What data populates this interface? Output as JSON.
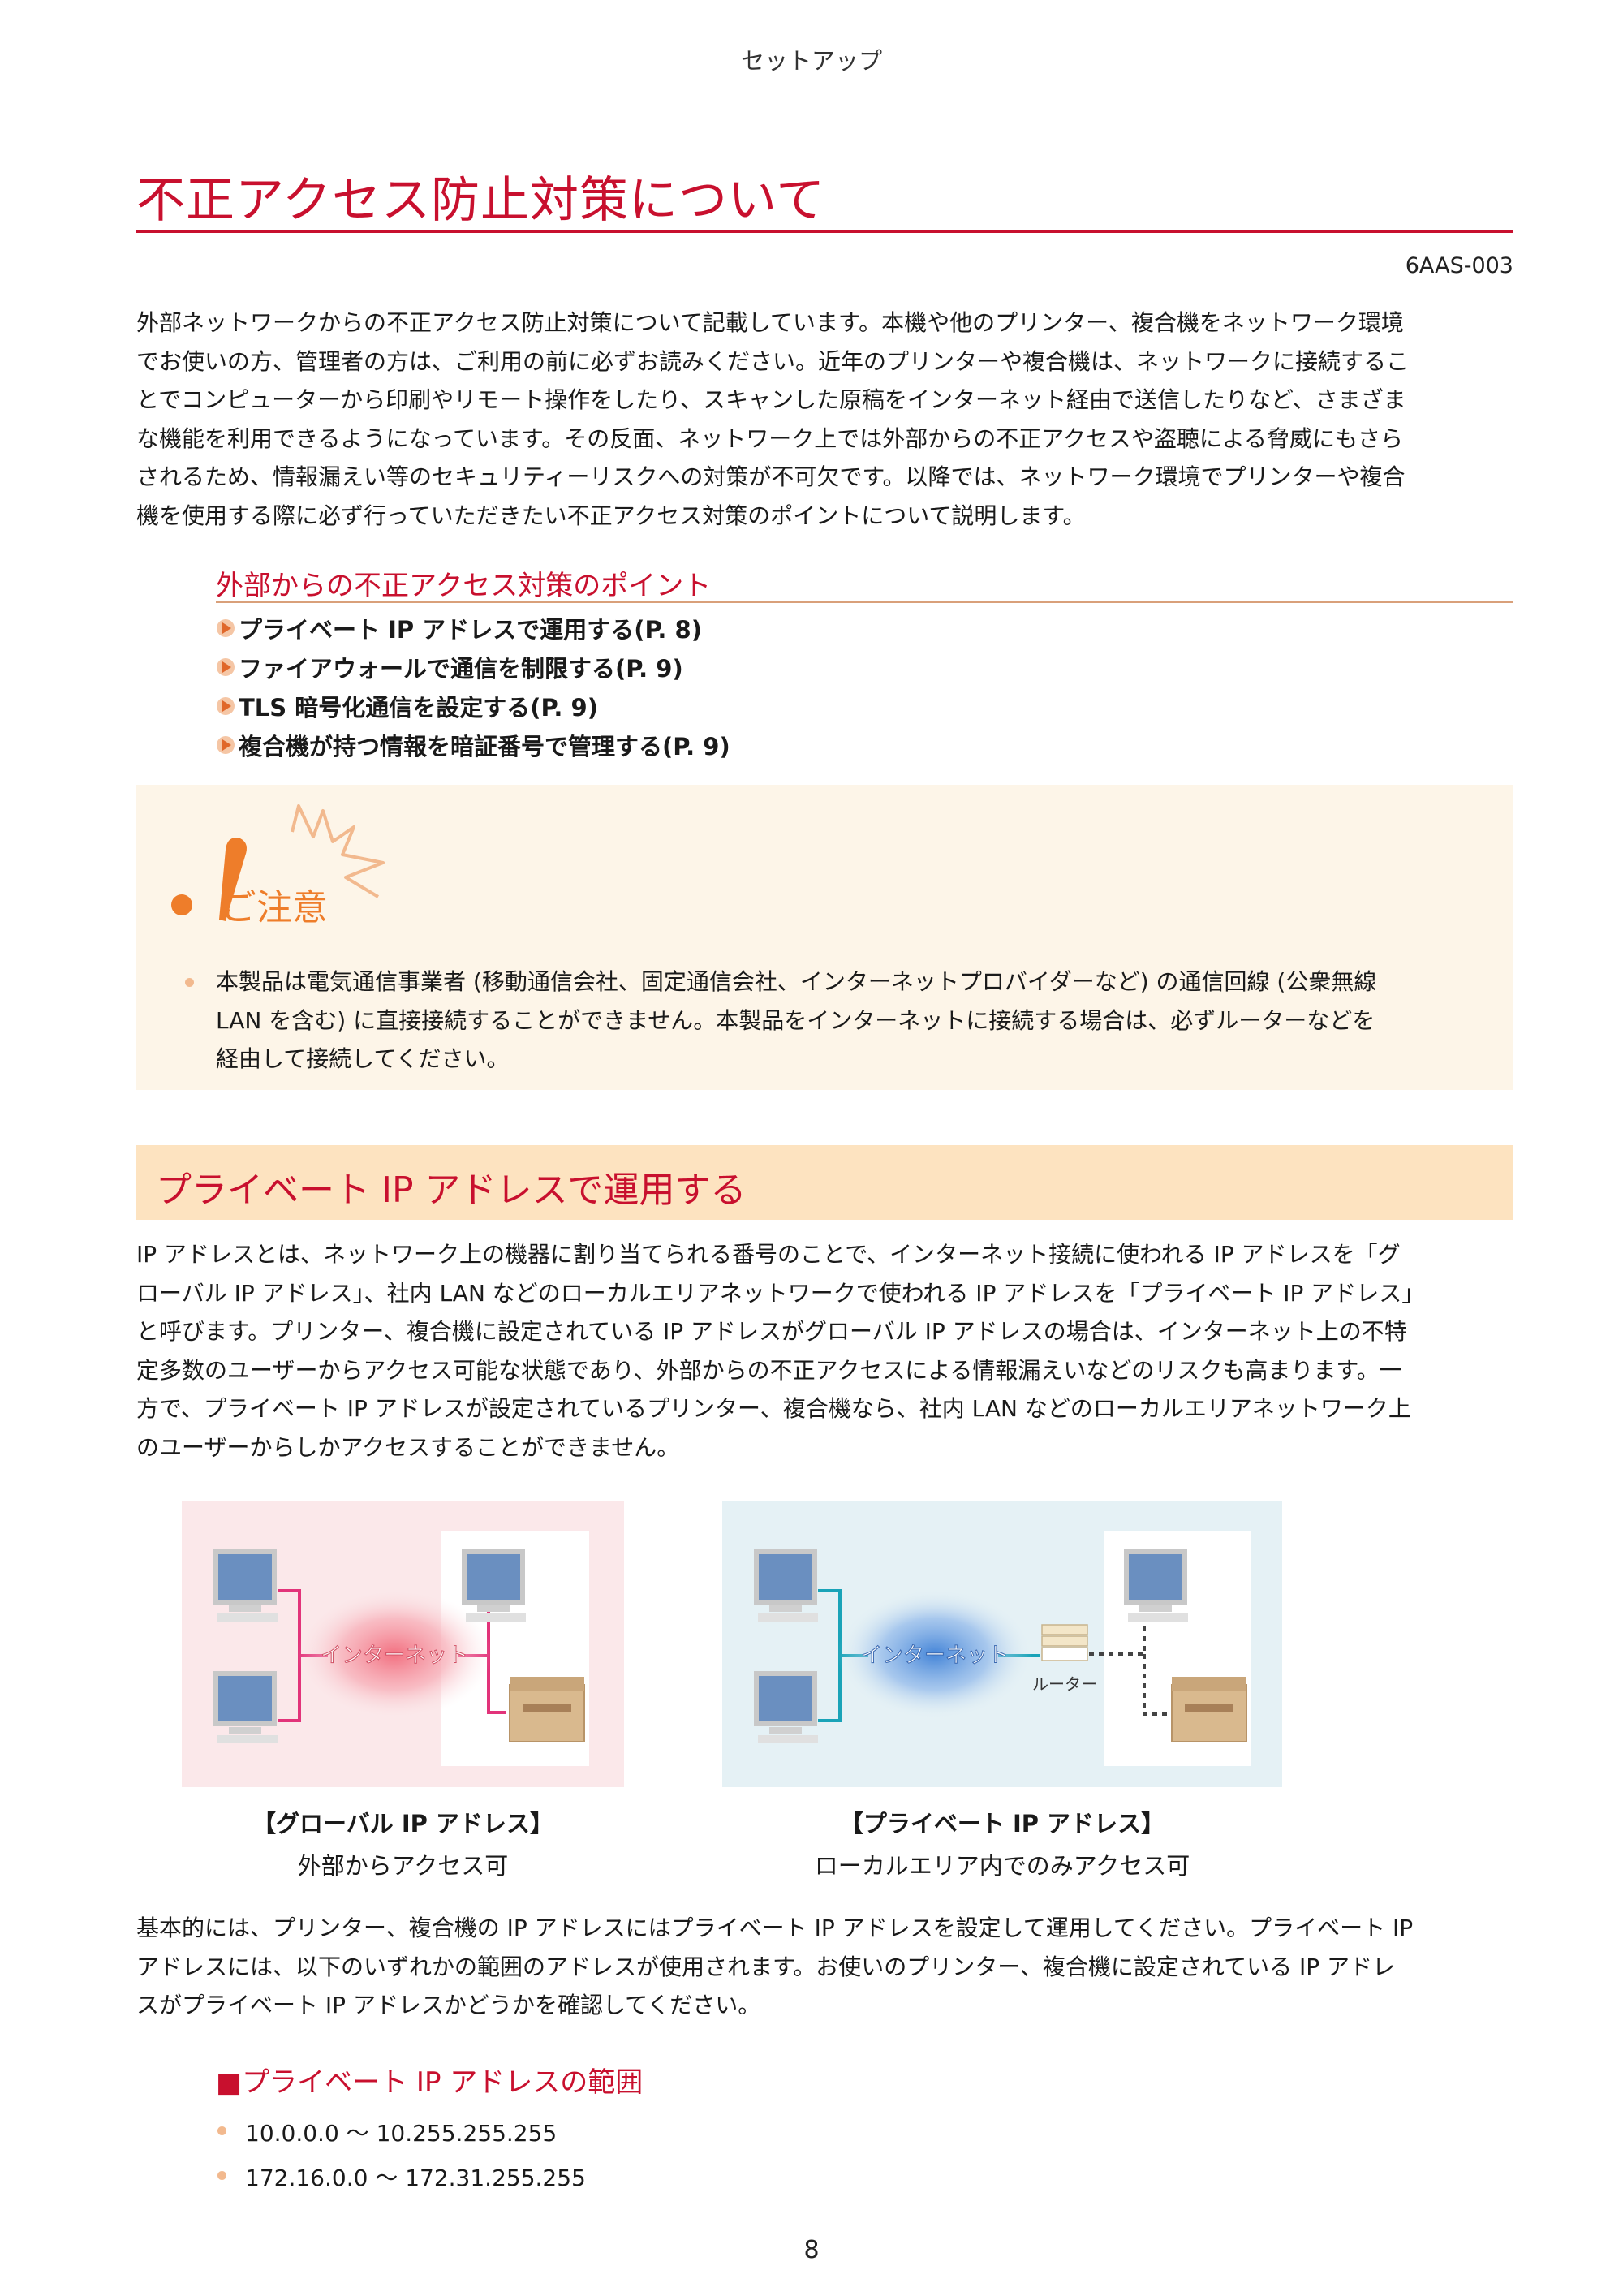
{
  "header": {
    "section": "セットアップ"
  },
  "title": "不正アクセス防止対策について",
  "doc_id": "6AAS-003",
  "intro_lines": [
    "外部ネットワークからの不正アクセス防止対策について記載しています。本機や他のプリンター、複合機をネットワーク環境",
    "でお使いの方、管理者の方は、ご利用の前に必ずお読みください。近年のプリンターや複合機は、ネットワークに接続するこ",
    "とでコンピューターから印刷やリモート操作をしたり、スキャンした原稿をインターネット経由で送信したりなど、さまざま",
    "な機能を利用できるようになっています。その反面、ネットワーク上では外部からの不正アクセスや盗聴による脅威にもさら",
    "されるため、情報漏えい等のセキュリティーリスクへの対策が不可欠です。以降では、ネットワーク環境でプリンターや複合",
    "機を使用する際に必ず行っていただきたい不正アクセス対策のポイントについて説明します。"
  ],
  "points": {
    "heading": "外部からの不正アクセス対策のポイント",
    "links": [
      "プライベート IP アドレスで運用する(P. 8)",
      "ファイアウォールで通信を制限する(P. 9)",
      "TLS 暗号化通信を設定する(P. 9)",
      "複合機が持つ情報を暗証番号で管理する(P. 9)"
    ]
  },
  "caution": {
    "label": "ご注意",
    "lines": [
      "本製品は電気通信事業者 (移動通信会社、固定通信会社、インターネットプロバイダーなど) の通信回線 (公衆無線",
      "LAN を含む) に直接接続することができません。本製品をインターネットに接続する場合は、必ずルーターなどを",
      "経由して接続してください。"
    ]
  },
  "section2": {
    "heading": "プライベート IP アドレスで運用する",
    "lines": [
      "IP アドレスとは、ネットワーク上の機器に割り当てられる番号のことで、インターネット接続に使われる IP アドレスを「グ",
      "ローバル IP アドレス」、社内 LAN などのローカルエリアネットワークで使われる IP アドレスを「プライベート IP アドレス」",
      "と呼びます。プリンター、複合機に設定されている IP アドレスがグローバル IP アドレスの場合は、インターネット上の不特",
      "定多数のユーザーからアクセス可能な状態であり、外部からの不正アクセスによる情報漏えいなどのリスクも高まります。一",
      "方で、プライベート IP アドレスが設定されているプリンター、複合機なら、社内 LAN などのローカルエリアネットワーク上",
      "のユーザーからしかアクセスすることができません。"
    ]
  },
  "diagrams": {
    "global": {
      "cloud_label": "インターネット",
      "caption_title": "【グローバル IP アドレス】",
      "caption_sub": "外部からアクセス可"
    },
    "private": {
      "cloud_label": "インターネット",
      "router_label": "ルーター",
      "caption_title": "【プライベート IP アドレス】",
      "caption_sub": "ローカルエリア内でのみアクセス可"
    }
  },
  "section3_lines": [
    "基本的には、プリンター、複合機の IP アドレスにはプライベート IP アドレスを設定して運用してください。プライベート IP",
    "アドレスには、以下のいずれかの範囲のアドレスが使用されます。お使いのプリンター、複合機に設定されている IP アドレ",
    "スがプライベート IP アドレスかどうかを確認してください。"
  ],
  "range": {
    "heading": "■プライベート IP アドレスの範囲",
    "items": [
      "10.0.0.0 〜 10.255.255.255",
      "172.16.0.0 〜 172.31.255.255"
    ]
  },
  "page_number": "8",
  "colors": {
    "accent_red": "#c8102e",
    "caution_orange": "#ee7d2a",
    "band": "#fde3c0"
  }
}
